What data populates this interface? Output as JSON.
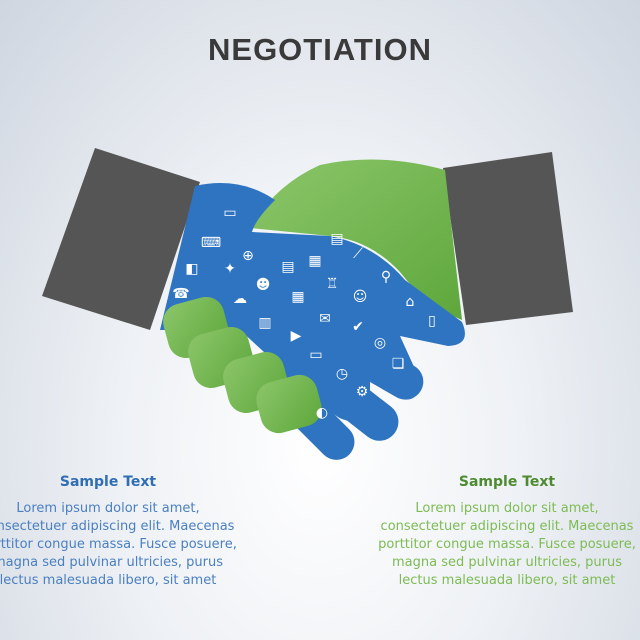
{
  "title": "NEGOTIATION",
  "colors": {
    "blue": "#2f74c0",
    "green": "#6ab04c",
    "sleeve": "#555555",
    "title": "#3a3a3a"
  },
  "left": {
    "heading": "Sample Text",
    "lines": [
      "Lorem ipsum dolor sit amet,",
      "consectetuer adipiscing elit. Maecenas",
      "porttitor congue massa. Fusce posuere,",
      "magna sed pulvinar ultricies, purus",
      "lectus malesuada libero, sit amet"
    ]
  },
  "right": {
    "heading": "Sample Text",
    "lines": [
      "Lorem ipsum dolor sit amet,",
      "consectetuer adipiscing elit. Maecenas",
      "porttitor congue massa. Fusce posuere,",
      "magna sed pulvinar ultricies, purus",
      "lectus malesuada libero, sit amet"
    ]
  },
  "icons": [
    "chat-icon",
    "code-icon",
    "presentation-icon",
    "compass-icon",
    "globe-icon",
    "phone-icon",
    "cloud-icon",
    "head-gears-icon",
    "map-icon",
    "calculator-icon",
    "calendar-icon",
    "newspaper-icon",
    "trophy-icon",
    "chart-line-icon",
    "search-icon",
    "user-support-icon",
    "home-icon",
    "document-icon",
    "bar-chart-icon",
    "video-icon",
    "envelope-icon",
    "check-icon",
    "coins-icon",
    "radio-icon",
    "speech-bubbles-icon",
    "stopwatch-icon",
    "gear-icon",
    "palette-icon"
  ]
}
